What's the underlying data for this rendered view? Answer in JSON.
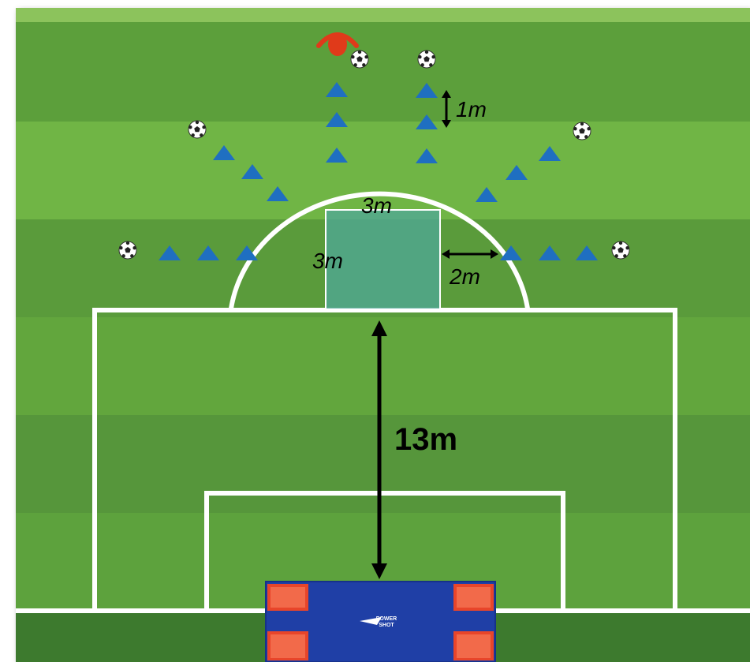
{
  "labels": {
    "cone_spacing": "1m",
    "zone_width": "3m",
    "zone_depth": "3m",
    "zone_to_cones": "2m",
    "distance_to_goal": "13m"
  },
  "goal": {
    "brand_line1": "POWER",
    "brand_line2": "SHOT"
  },
  "colors": {
    "pitch_light": "#66ae3d",
    "pitch_dark": "#57993a",
    "lines": "#ffffff",
    "cones": "#1f6fc1",
    "zone_fill": "#4fa89a",
    "goal_blue": "#1f3fa6",
    "goal_red": "#e8452a",
    "player_marker": "#e03a1a",
    "arrows": "#000000"
  },
  "icons": {
    "ball": "soccer-ball-icon",
    "cone": "cone-triangle-icon",
    "player": "player-marker-icon"
  }
}
